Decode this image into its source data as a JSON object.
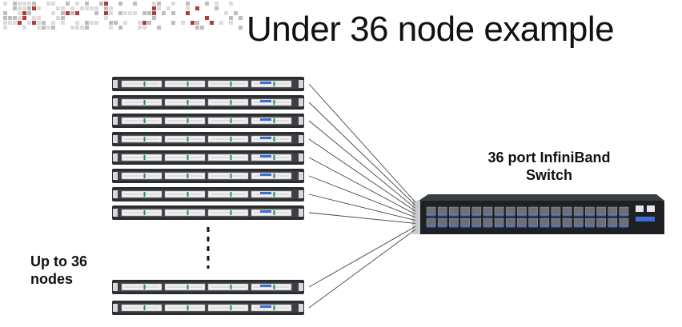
{
  "slide": {
    "title": "Under 36 node example",
    "switch_label_line1": "36 port InfiniBand",
    "switch_label_line2": "Switch",
    "nodes_label_line1": "Up to 36",
    "nodes_label_line2": "nodes"
  },
  "diagram": {
    "top_server_count": 8,
    "bottom_server_count": 2,
    "switch_port_columns": 18,
    "colors": {
      "server_body": "#2b2d31",
      "server_face": "#f2f2f2",
      "switch_body": "#1e2024",
      "port_accent": "#3a6fd8",
      "cable": "#444444",
      "pattern_red": "#b23a3a"
    },
    "icons": [
      "rack-server-icon",
      "network-switch-icon",
      "cable-line",
      "dashed-ellipsis-line"
    ]
  }
}
